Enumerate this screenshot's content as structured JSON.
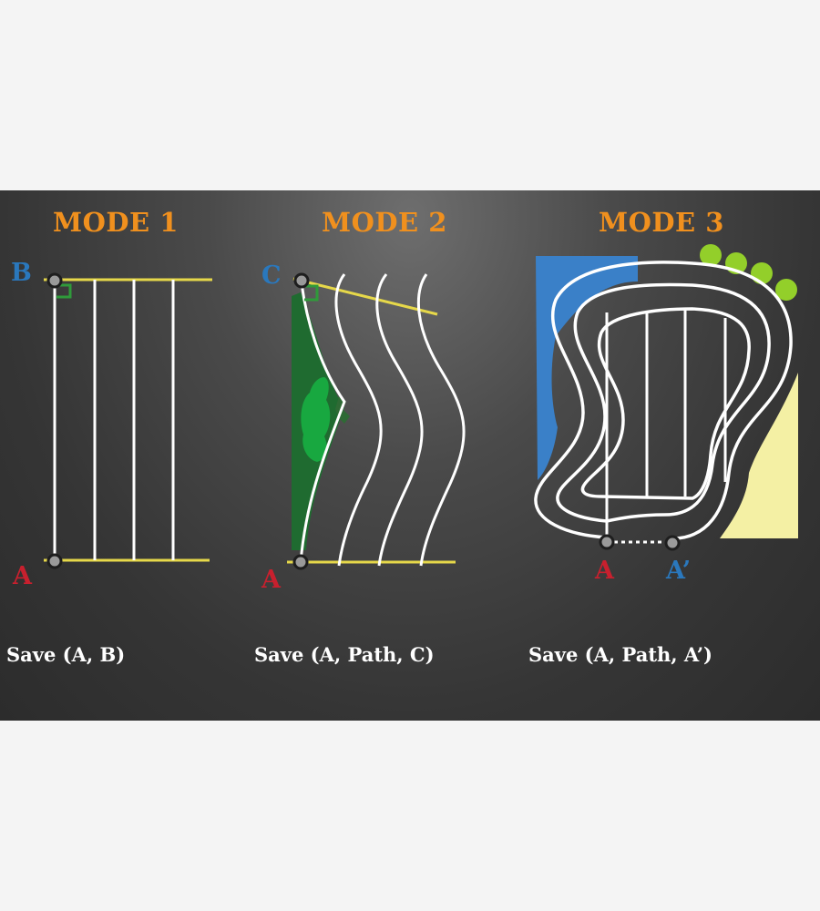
{
  "colors": {
    "title": "#f0901e",
    "label_red": "#c8202e",
    "label_blue": "#2a78bd",
    "line_yellow": "#e6d84a",
    "line_white": "#ffffff",
    "marker_green": "#2f9a3a",
    "forest_green": "#1f6b30",
    "water_blue": "#3a80c8",
    "field_yellow": "#f4f0a4",
    "tree_green": "#93cf2a"
  },
  "modes": [
    {
      "title": "MODE 1",
      "start_label": "A",
      "end_label": "B",
      "caption": "Save (A, B)"
    },
    {
      "title": "MODE 2",
      "start_label": "A",
      "end_label": "C",
      "caption": "Save (A, Path, C)"
    },
    {
      "title": "MODE 3",
      "start_label": "A",
      "end_label": "A’",
      "caption": "Save (A, Path, A’)"
    }
  ]
}
